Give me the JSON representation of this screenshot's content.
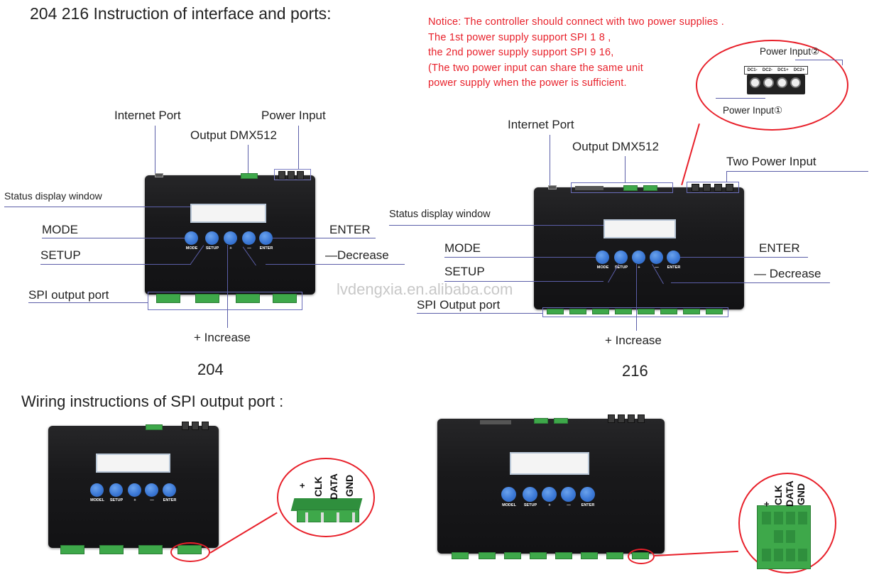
{
  "header": {
    "title": "204 216 Instruction of interface and ports:"
  },
  "notice": {
    "line1": "Notice: The controller should connect with two power supplies .",
    "line2": "The 1st power supply support SPI 1  8 ,",
    "line3": "the 2nd power supply support SPI 9  16,",
    "line4": "(The two power input can share the same unit",
    "line5": "power supply when the power is sufficient."
  },
  "zoom_power": {
    "label_top": "Power Input②",
    "label_bottom": "Power Input①",
    "terminals": [
      "DC1-",
      "DC2-",
      "DC1+",
      "DC2+"
    ]
  },
  "device_204": {
    "name": "204",
    "labels": {
      "internet_port": "Internet Port",
      "output_dmx": "Output DMX512",
      "power_input": "Power Input",
      "status_display": "Status display window",
      "mode": "MODE",
      "setup": "SETUP",
      "enter": "ENTER",
      "decrease": "—Decrease",
      "spi_output": "SPI output port",
      "increase": "+  Increase"
    },
    "buttons": [
      "MODE",
      "SETUP",
      "+",
      "—",
      "ENTER"
    ]
  },
  "device_216": {
    "name": "216",
    "labels": {
      "internet_port": "Internet Port",
      "output_dmx": "Output DMX512",
      "two_power_input": "Two Power Input",
      "status_display": "Status display window",
      "mode": "MODE",
      "setup": "SETUP",
      "enter": "ENTER",
      "decrease": "— Decrease",
      "spi_output": "SPI Output port",
      "increase": "+ Increase"
    },
    "buttons": [
      "MODE",
      "SETUP",
      "+",
      "—",
      "ENTER"
    ]
  },
  "wiring": {
    "title": "Wiring instructions of SPI output port :",
    "pins": [
      "+",
      "CLK",
      "DATA",
      "GND"
    ],
    "buttons_bottom": [
      "MODEL",
      "SETUP",
      "+",
      "—",
      "ENTER"
    ]
  },
  "watermark": "lvdengxia.en.alibaba.com"
}
